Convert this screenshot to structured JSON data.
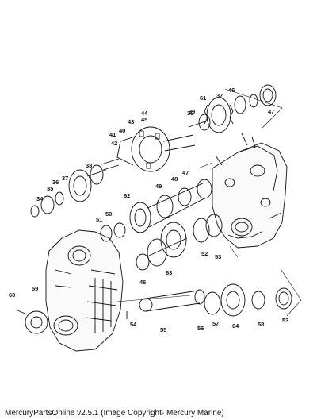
{
  "diagram": {
    "callouts": [
      "44",
      "43",
      "45",
      "40",
      "41",
      "42",
      "39",
      "38",
      "37",
      "36",
      "35",
      "34",
      "61",
      "37",
      "46",
      "39",
      "47",
      "47",
      "49",
      "48",
      "62",
      "51",
      "50",
      "52",
      "53",
      "46",
      "63",
      "59",
      "60",
      "54",
      "55",
      "56",
      "57",
      "64",
      "58",
      "53"
    ]
  },
  "footer": {
    "text": "MercuryPartsOnline v2.5.1 (Image Copyright- Mercury Marine)"
  }
}
